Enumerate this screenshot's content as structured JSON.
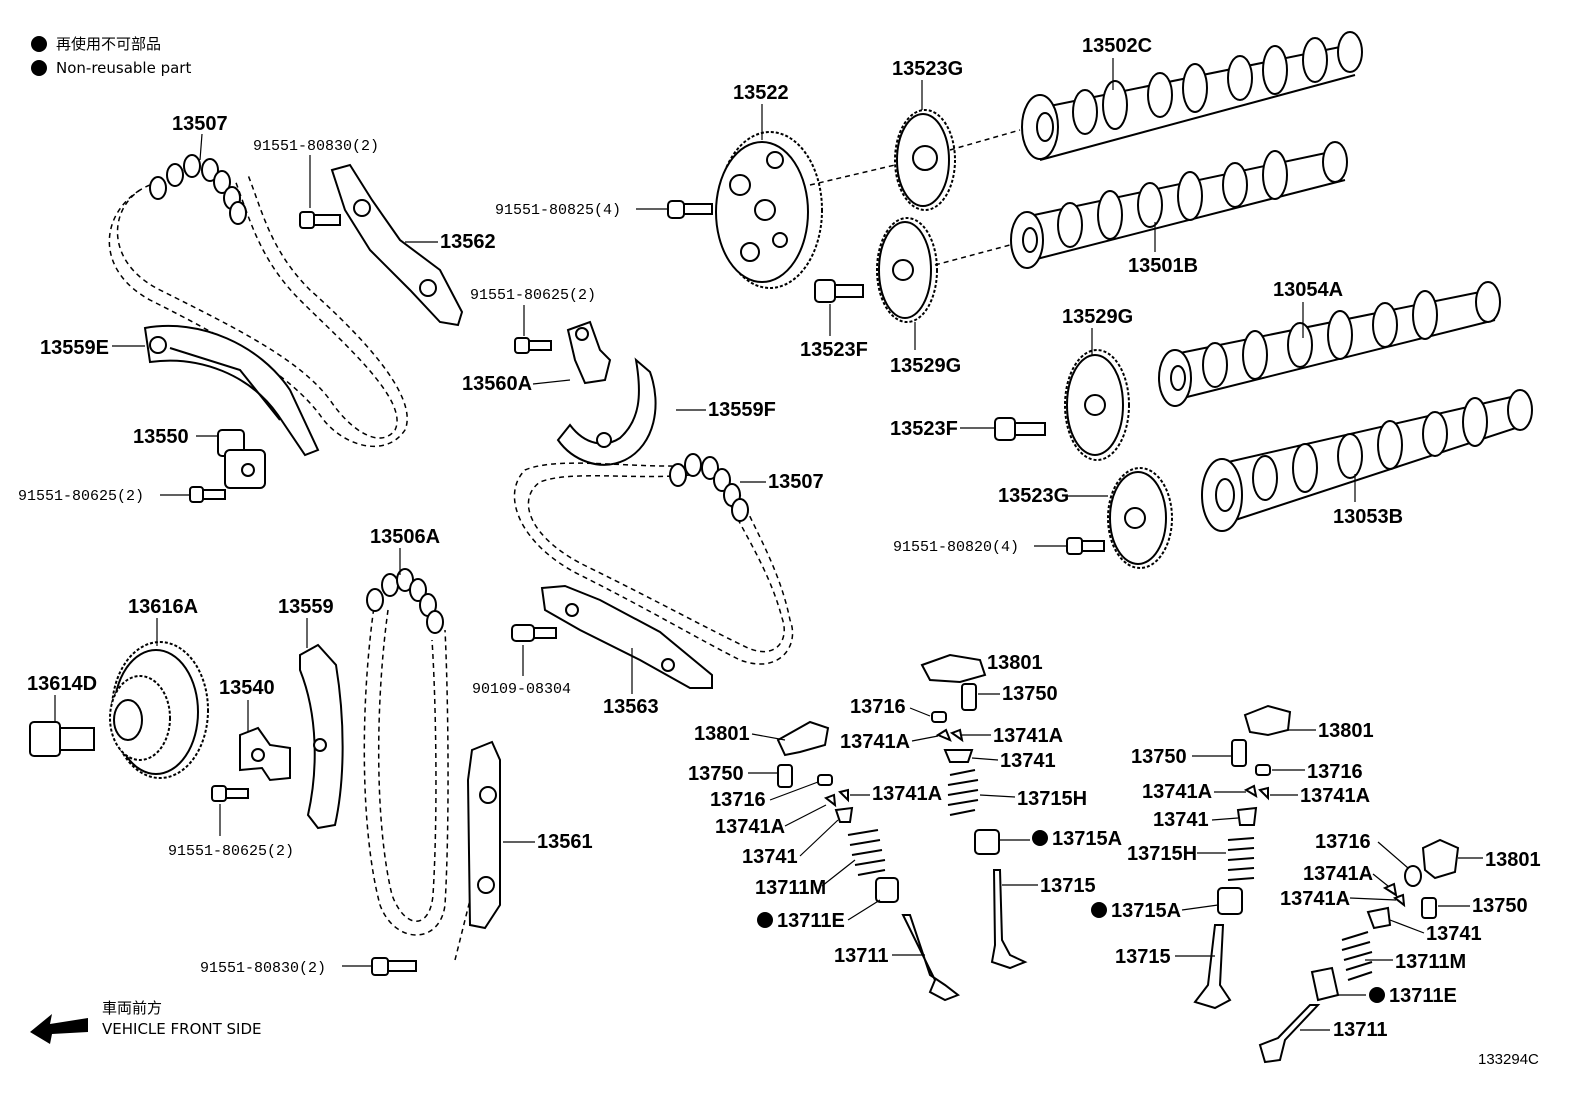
{
  "legend": {
    "items": [
      {
        "text": "再使用不可部品"
      },
      {
        "text": "Non-reusable part"
      }
    ]
  },
  "direction": {
    "jp": "車両前方",
    "en": "VEHICLE FRONT SIDE"
  },
  "diagram_code": "133294C",
  "labels": {
    "p13507_top": "13507",
    "p91551_80830_top": "91551-80830(2)",
    "p13562": "13562",
    "p13559E": "13559E",
    "p13550": "13550",
    "p91551_80625_left": "91551-80625(2)",
    "p13522": "13522",
    "p91551_80825": "91551-80825(4)",
    "p91551_80625_mid": "91551-80625(2)",
    "p13560A": "13560A",
    "p13559F": "13559F",
    "p13523G_top": "13523G",
    "p13502C": "13502C",
    "p13501B": "13501B",
    "p13523F_top": "13523F",
    "p13529G_low": "13529G",
    "p13529G_up": "13529G",
    "p13054A": "13054A",
    "p13523F_mid": "13523F",
    "p13523G_low": "13523G",
    "p13053B": "13053B",
    "p91551_80820": "91551-80820(4)",
    "p13507_mid": "13507",
    "p13506A": "13506A",
    "p13616A": "13616A",
    "p13614D": "13614D",
    "p13559": "13559",
    "p13540": "13540",
    "p90109": "90109-08304",
    "p13563": "13563",
    "p91551_80625_low": "91551-80625(2)",
    "p13561": "13561",
    "p91551_80830_low": "91551-80830(2)",
    "p13801_a": "13801",
    "p13750_a": "13750",
    "p13716_a": "13716",
    "p13741A_a1": "13741A",
    "p13741A_a2": "13741A",
    "p13741_a": "13741",
    "p13715H_a": "13715H",
    "p13715A_a": "13715A",
    "p13715_a": "13715",
    "p13801_b": "13801",
    "p13750_b": "13750",
    "p13716_b": "13716",
    "p13741A_b1": "13741A",
    "p13741A_b2": "13741A",
    "p13741_b": "13741",
    "p13711M_b": "13711M",
    "p13711E_b": "13711E",
    "p13711_b": "13711",
    "p13801_c": "13801",
    "p13750_c": "13750",
    "p13716_c": "13716",
    "p13741A_c1": "13741A",
    "p13741A_c2": "13741A",
    "p13741_c": "13741",
    "p13715H_c": "13715H",
    "p13715A_c": "13715A",
    "p13715_c": "13715",
    "p13716_d": "13716",
    "p13801_d": "13801",
    "p13741A_d1": "13741A",
    "p13741A_d2": "13741A",
    "p13750_d": "13750",
    "p13741_d": "13741",
    "p13711M_d": "13711M",
    "p13711E_d": "13711E",
    "p13711_d": "13711"
  }
}
